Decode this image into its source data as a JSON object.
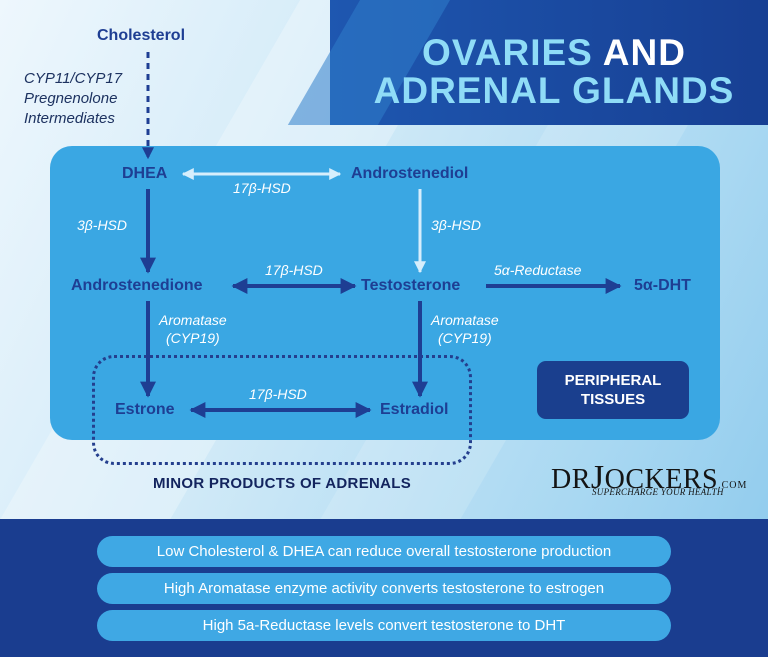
{
  "title": {
    "line1_a": "OVARIES",
    "line1_b": "AND",
    "line2": "ADRENAL GLANDS"
  },
  "nodes": {
    "cholesterol": "Cholesterol",
    "dhea": "DHEA",
    "androstenediol": "Androstenediol",
    "androstenedione": "Androstenedione",
    "testosterone": "Testosterone",
    "dht": "5α-DHT",
    "estrone": "Estrone",
    "estradiol": "Estradiol"
  },
  "intermediates": {
    "line1": "CYP11/CYP17",
    "line2": "Pregnenolone",
    "line3": "Intermediates"
  },
  "enzymes": {
    "dhea_androstenediol": "17β-HSD",
    "dhea_androstenedione": "3β-HSD",
    "androstenediol_testosterone": "3β-HSD",
    "androstenedione_testosterone": "17β-HSD",
    "testosterone_dht": "5α-Reductase",
    "aromatase_left_1": "Aromatase",
    "aromatase_left_2": "(CYP19)",
    "aromatase_right_1": "Aromatase",
    "aromatase_right_2": "(CYP19)",
    "estrone_estradiol": "17β-HSD"
  },
  "peripheral": {
    "line1": "PERIPHERAL",
    "line2": "TISSUES"
  },
  "minor_label": "MINOR PRODUCTS OF ADRENALS",
  "logo": {
    "dr": "DR",
    "j": "J",
    "ockers": "OCKERS",
    "com": ".COM",
    "tagline": "SUPERCHARGE YOUR HEALTH"
  },
  "facts": [
    "Low Cholesterol & DHEA can reduce overall testosterone production",
    "High Aromatase enzyme activity converts testosterone to estrogen",
    "High 5a-Reductase levels convert testosterone to DHT"
  ],
  "colors": {
    "navy": "#1a3d8f",
    "panel": "#3aa7e3",
    "node_text": "#1e3e93",
    "title_accent": "#8fdcf7",
    "light_arrow": "#d6eefc"
  }
}
